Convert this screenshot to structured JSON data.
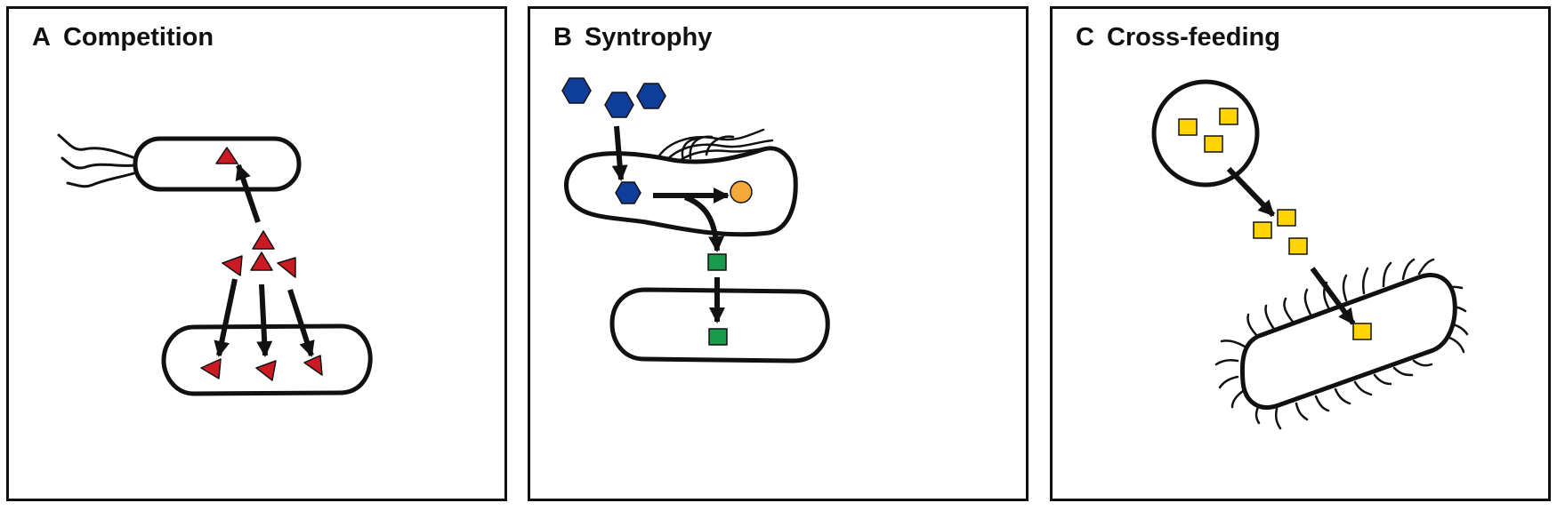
{
  "colors": {
    "outline": "#111111",
    "competition_nutrient": "#cc1a24",
    "syntrophy_substrate": "#0e3d9a",
    "syntrophy_product": "#f5a93a",
    "syntrophy_shared": "#1a9a4a",
    "crossfeeding_nutrient": "#ffd400"
  },
  "panels": [
    {
      "letter": "A",
      "title": "Competition"
    },
    {
      "letter": "B",
      "title": "Syntrophy"
    },
    {
      "letter": "C",
      "title": "Cross-feeding"
    }
  ]
}
